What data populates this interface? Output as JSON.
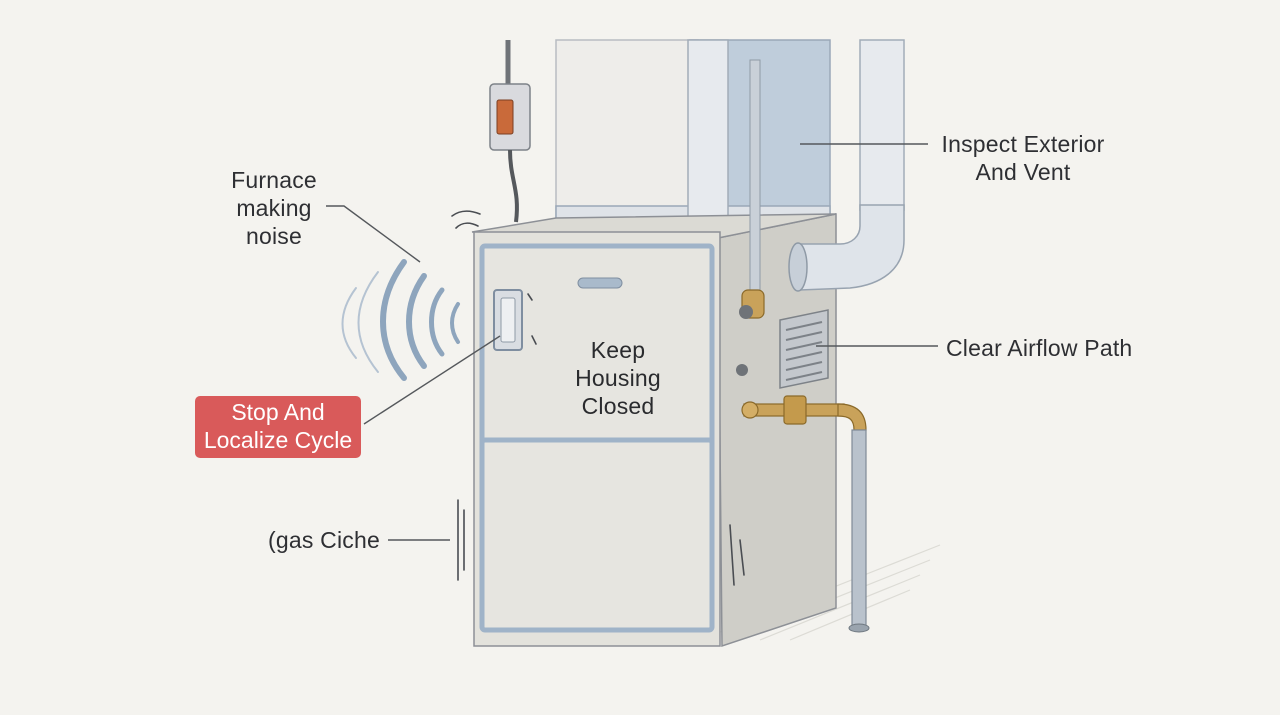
{
  "labels": {
    "noise": "Furnace\nmaking\nnoise",
    "exterior": "Inspect Exterior\nAnd Vent",
    "airflow": "Clear Airflow Path",
    "housing": "Keep\nHousing\nClosed",
    "stop_cycle": "Stop And\nLocalize Cycle",
    "gas": "(gas Ciche"
  },
  "colors": {
    "background": "#f4f3ef",
    "cabinet": "#e3e2dc",
    "cabinet_shadow": "#cfcec8",
    "trim": "#9fb3c8",
    "duct": "#c9d4df",
    "brass": "#c9a25a",
    "badge": "#d95a5a"
  },
  "icons": [
    "power-switch-icon",
    "sound-wave-icon",
    "vent-grille-icon",
    "gas-valve-icon",
    "exhaust-elbow-icon"
  ]
}
